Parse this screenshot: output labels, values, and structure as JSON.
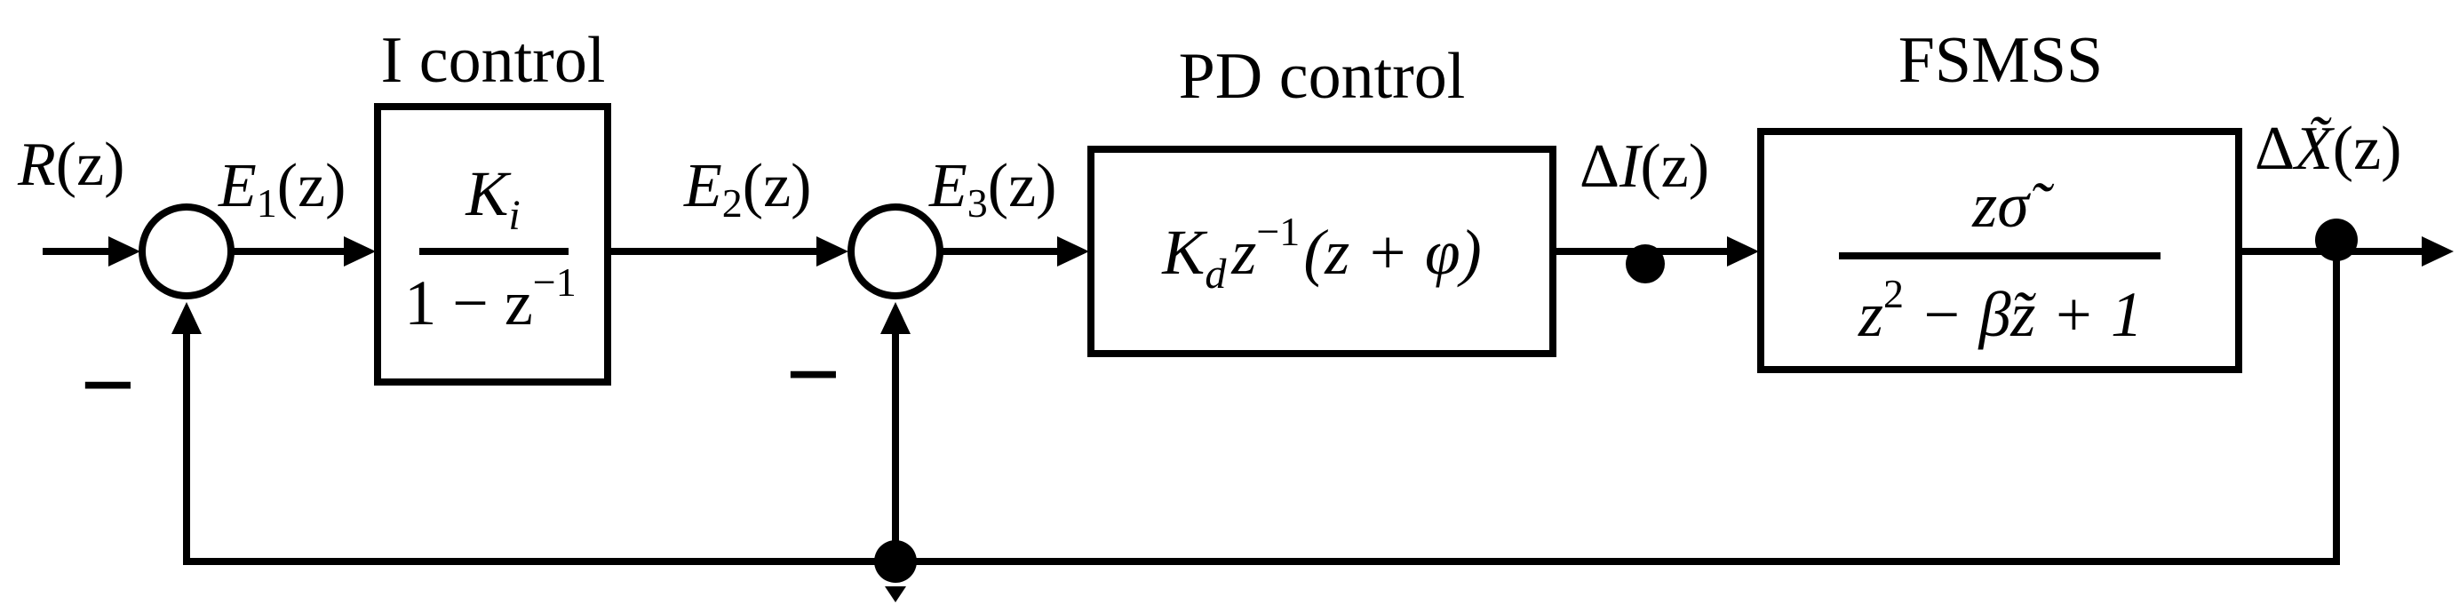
{
  "blocks": {
    "i_control": {
      "title": "I control",
      "numerator": "K",
      "numerator_sub": "i",
      "denominator": "1 − z",
      "denominator_sup": "−1"
    },
    "pd_control": {
      "title": "PD control",
      "k": "K",
      "k_sub": "d",
      "z": "z",
      "z_sup": "−1",
      "tail": "(z + φ)"
    },
    "fsmss": {
      "title": "FSMSS",
      "numerator": "zσ̃",
      "den_z": "z",
      "den_z_sup": "2",
      "den_tail": " − β̃z + 1"
    }
  },
  "signals": {
    "r": "R",
    "r_arg": "(z)",
    "e1": "E",
    "e1_sub": "1",
    "e1_arg": "(z)",
    "e2": "E",
    "e2_sub": "2",
    "e2_arg": "(z)",
    "e3": "E",
    "e3_sub": "3",
    "e3_arg": "(z)",
    "delta_i": "Δ",
    "delta_i_var": "I",
    "delta_i_arg": "(z)",
    "delta_x": "Δ",
    "delta_x_var": "X̃",
    "delta_x_arg": "(z)"
  },
  "signs": {
    "minus_1": "−",
    "minus_2": "−"
  }
}
